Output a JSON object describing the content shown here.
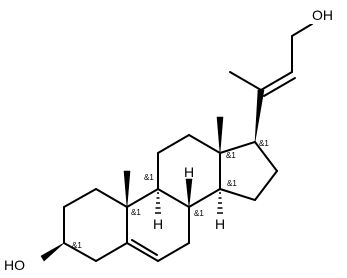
{
  "atom_labels": {
    "oh_top": "OH",
    "ho_bottom": "HO",
    "h_c8": "H",
    "h_c9": "H",
    "h_c14": "H"
  },
  "stereo_labels": {
    "c3": "&1",
    "c8": "&1",
    "c9": "&1",
    "c10": "&1",
    "c13": "&1",
    "c14": "&1",
    "c17": "&1"
  }
}
